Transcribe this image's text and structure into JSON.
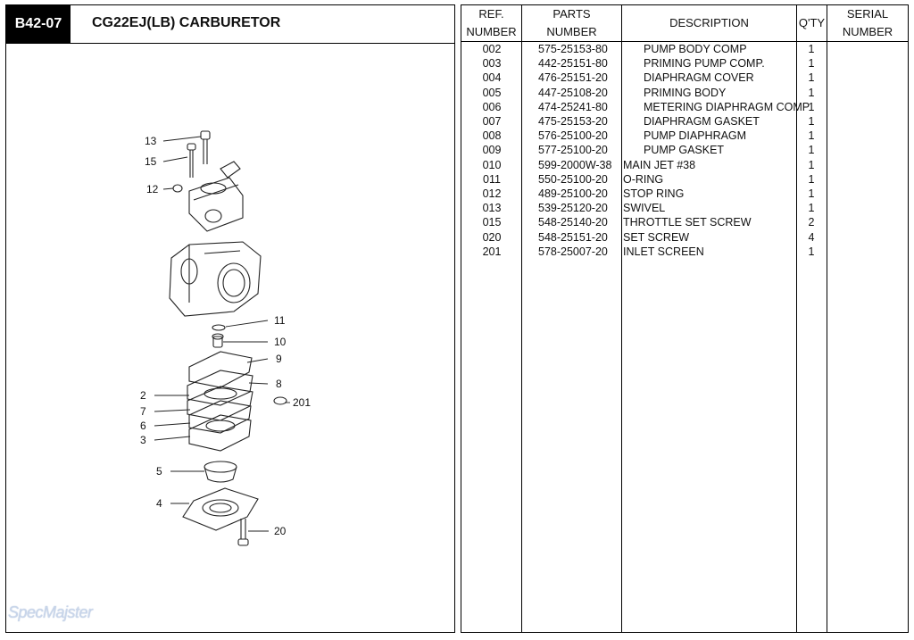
{
  "header": {
    "code": "B42-07",
    "title": "CG22EJ(LB) CARBURETOR"
  },
  "table": {
    "headers": {
      "ref": [
        "REF.",
        "NUMBER"
      ],
      "parts": [
        "PARTS",
        "NUMBER"
      ],
      "description": "DESCRIPTION",
      "qty": "Q'TY",
      "serial": [
        "SERIAL",
        "NUMBER"
      ]
    },
    "rows": [
      {
        "ref": "002",
        "part": "575-25153-80",
        "desc": "PUMP BODY COMP",
        "qty": "1",
        "indent": true
      },
      {
        "ref": "003",
        "part": "442-25151-80",
        "desc": "PRIMING PUMP COMP.",
        "qty": "1",
        "indent": true
      },
      {
        "ref": "004",
        "part": "476-25151-20",
        "desc": "DIAPHRAGM COVER",
        "qty": "1",
        "indent": true
      },
      {
        "ref": "005",
        "part": "447-25108-20",
        "desc": "PRIMING BODY",
        "qty": "1",
        "indent": true
      },
      {
        "ref": "006",
        "part": "474-25241-80",
        "desc": "METERING DIAPHRAGM COMP",
        "qty": "1",
        "indent": true
      },
      {
        "ref": "007",
        "part": "475-25153-20",
        "desc": "DIAPHRAGM GASKET",
        "qty": "1",
        "indent": true
      },
      {
        "ref": "008",
        "part": "576-25100-20",
        "desc": "PUMP DIAPHRAGM",
        "qty": "1",
        "indent": true
      },
      {
        "ref": "009",
        "part": "577-25100-20",
        "desc": "PUMP GASKET",
        "qty": "1",
        "indent": true
      },
      {
        "ref": "010",
        "part": "599-2000W-38",
        "desc": "MAIN JET #38",
        "qty": "1",
        "indent": false
      },
      {
        "ref": "011",
        "part": "550-25100-20",
        "desc": "O-RING",
        "qty": "1",
        "indent": false
      },
      {
        "ref": "012",
        "part": "489-25100-20",
        "desc": "STOP RING",
        "qty": "1",
        "indent": false
      },
      {
        "ref": "013",
        "part": "539-25120-20",
        "desc": "SWIVEL",
        "qty": "1",
        "indent": false
      },
      {
        "ref": "015",
        "part": "548-25140-20",
        "desc": "THROTTLE SET SCREW",
        "qty": "2",
        "indent": false
      },
      {
        "ref": "020",
        "part": "548-25151-20",
        "desc": "SET SCREW",
        "qty": "4",
        "indent": false
      },
      {
        "ref": "201",
        "part": "578-25007-20",
        "desc": "INLET SCREEN",
        "qty": "1",
        "indent": false
      }
    ]
  },
  "diagram": {
    "callouts": [
      "13",
      "15",
      "12",
      "11",
      "10",
      "9",
      "8",
      "2",
      "201",
      "7",
      "6",
      "3",
      "5",
      "4",
      "20"
    ]
  },
  "watermark": "SpecMajster"
}
